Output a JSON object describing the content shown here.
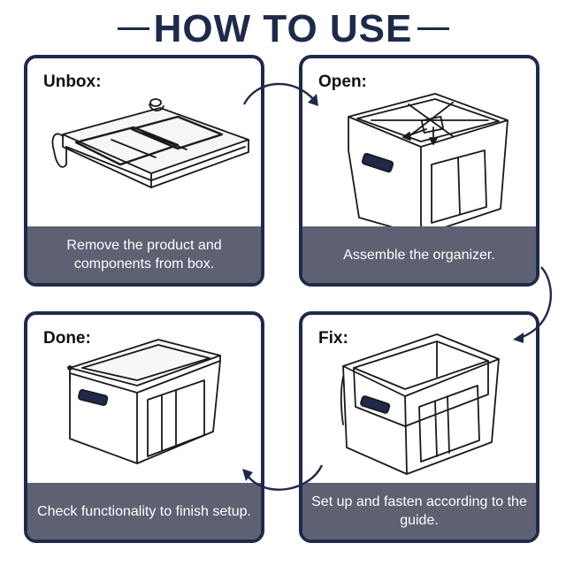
{
  "title": "HOW TO USE",
  "steps": [
    {
      "label": "Unbox:",
      "caption": "Remove the product and components from box.",
      "icon": "flat-folded-box-icon"
    },
    {
      "label": "Open:",
      "caption": "Assemble the organizer.",
      "icon": "open-organizer-icon"
    },
    {
      "label": "Done:",
      "caption": "Check functionality to finish setup.",
      "icon": "closed-organizer-icon"
    },
    {
      "label": "Fix:",
      "caption": "Set up and fasten according to the guide.",
      "icon": "frame-organizer-icon"
    }
  ],
  "colors": {
    "navy": "#1f2a4a",
    "caption_bg": "#5d6172"
  }
}
